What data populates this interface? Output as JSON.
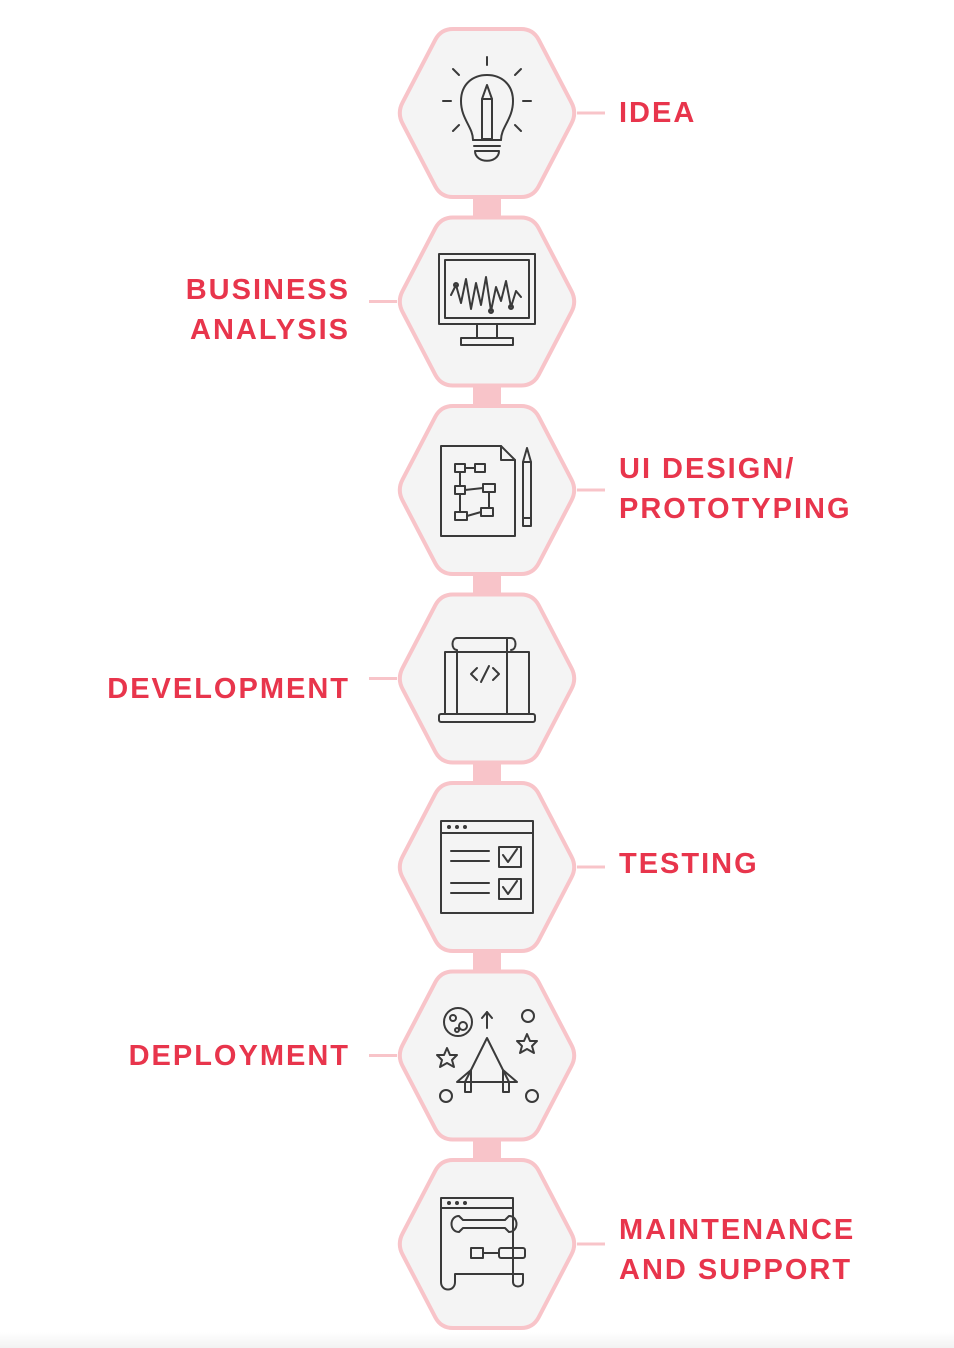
{
  "colors": {
    "accent": "#e8354c",
    "hexagon_fill": "#f4f4f4",
    "hexagon_stroke": "#f8c4c9",
    "icon_stroke": "#3a3a3a"
  },
  "steps": [
    {
      "label": "IDEA",
      "lines": [
        "IDEA",
        ""
      ],
      "icon": "lightbulb-pencil-icon"
    },
    {
      "label": "BUSINESS ANALYSIS",
      "lines": [
        "BUSINESS",
        "ANALYSIS"
      ],
      "icon": "monitor-chart-icon"
    },
    {
      "label": "UI DESIGN/ PROTOTYPING",
      "lines": [
        "UI DESIGN/",
        "PROTOTYPING"
      ],
      "icon": "flowchart-pencil-icon"
    },
    {
      "label": "DEVELOPMENT",
      "lines": [
        "DEVELOPMENT",
        ""
      ],
      "icon": "laptop-code-icon"
    },
    {
      "label": "TESTING",
      "lines": [
        "TESTING",
        ""
      ],
      "icon": "checklist-window-icon"
    },
    {
      "label": "DEPLOYMENT",
      "lines": [
        "DEPLOYMENT",
        ""
      ],
      "icon": "rocket-launch-icon"
    },
    {
      "label": "MAINTENANCE AND SUPPORT",
      "lines": [
        "MAINTENANCE",
        "AND SUPPORT"
      ],
      "icon": "tools-document-icon"
    }
  ]
}
